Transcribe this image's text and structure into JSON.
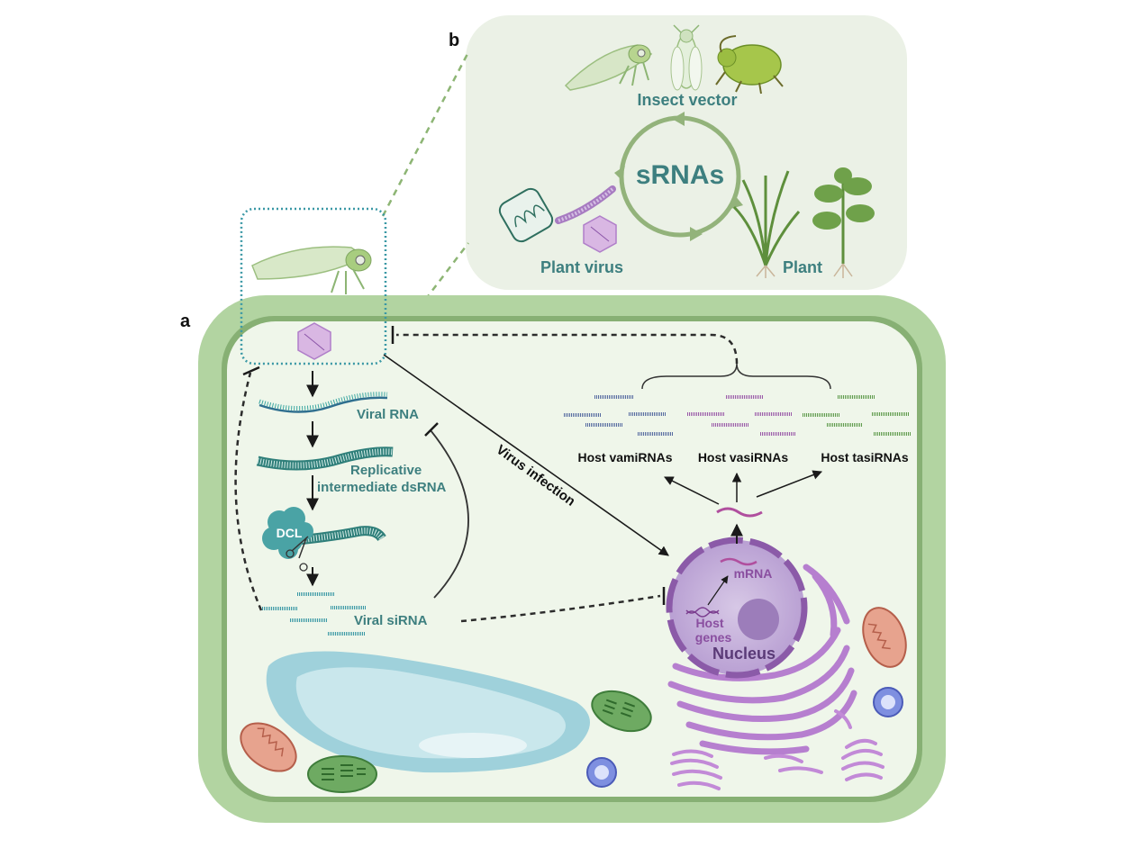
{
  "panels": {
    "a": "a",
    "b": "b"
  },
  "cycle": {
    "center": "sRNAs",
    "insect_vector": "Insect vector",
    "plant_virus": "Plant virus",
    "plant": "Plant"
  },
  "pathway": {
    "viral_rna": "Viral RNA",
    "replicative_1": "Replicative",
    "replicative_2": "intermediate dsRNA",
    "dcl": "DCL",
    "viral_sirna": "Viral siRNA",
    "virus_infection": "Virus infection"
  },
  "host": {
    "vamirnas": "Host vamiRNAs",
    "vasirnas": "Host vasiRNAs",
    "tasirnas": "Host tasiRNAs",
    "mrna": "mRNA",
    "host_genes_1": "Host",
    "host_genes_2": "genes",
    "nucleus": "Nucleus"
  },
  "colors": {
    "teal": "#3d7f7f",
    "purple": "#8a4fa0",
    "green_dark": "#6e9a5a",
    "cell_wall": "#a9cf98",
    "cytoplasm": "#eef6ea"
  }
}
